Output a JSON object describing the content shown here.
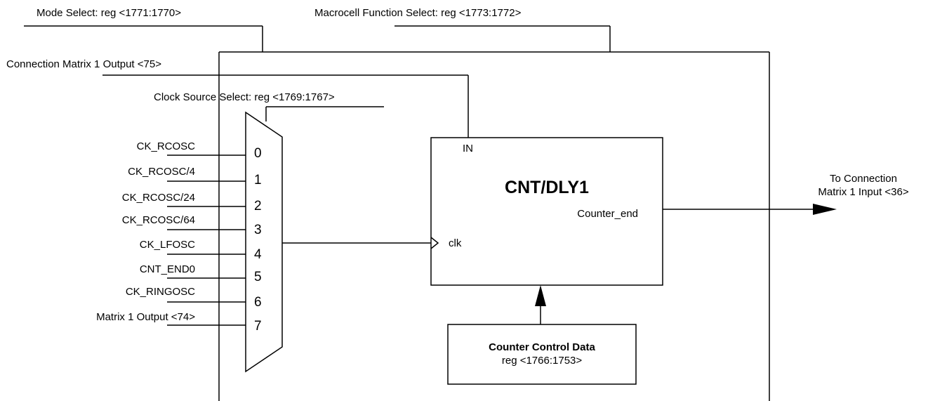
{
  "labels": {
    "mode_select": "Mode Select: reg <1771:1770>",
    "macrocell_select": "Macrocell Function Select: reg <1773:1772>",
    "matrix_output_75": "Connection Matrix 1 Output <75>",
    "clock_source_select": "Clock Source Select: reg <1769:1767>",
    "output_line1": "To Connection",
    "output_line2": "Matrix 1 Input <36>"
  },
  "mux_inputs": [
    {
      "name": "CK_RCOSC",
      "index": "0"
    },
    {
      "name": "CK_RCOSC/4",
      "index": "1"
    },
    {
      "name": "CK_RCOSC/24",
      "index": "2"
    },
    {
      "name": "CK_RCOSC/64",
      "index": "3"
    },
    {
      "name": "CK_LFOSC",
      "index": "4"
    },
    {
      "name": "CNT_END0",
      "index": "5"
    },
    {
      "name": "CK_RINGOSC",
      "index": "6"
    },
    {
      "name": "Matrix 1 Output <74>",
      "index": "7"
    }
  ],
  "block": {
    "title": "CNT/DLY1",
    "in_pin": "IN",
    "clk_pin": "clk",
    "out_pin": "Counter_end"
  },
  "control": {
    "title": "Counter Control Data",
    "reg": "reg <1766:1753>"
  }
}
